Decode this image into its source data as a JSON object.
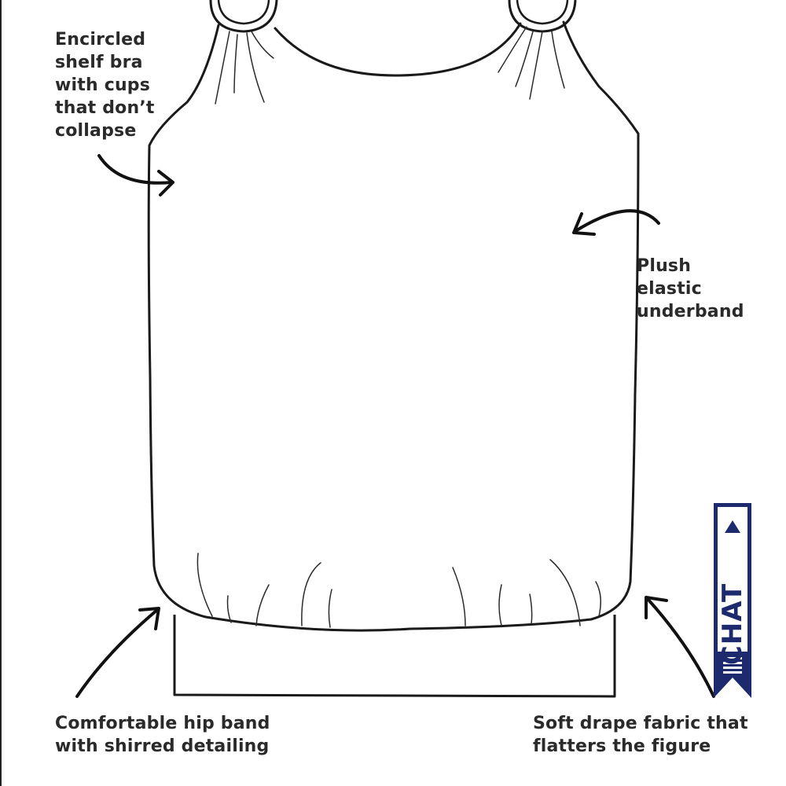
{
  "callouts": {
    "shelf_bra": [
      "Encircled",
      "shelf bra",
      "with cups",
      "that don’t",
      "collapse"
    ],
    "underband": [
      "Plush",
      "elastic",
      "underband"
    ],
    "hip_band": [
      "Comfortable hip band",
      "with shirred detailing"
    ],
    "drape": [
      "Soft drape fabric that",
      "flatters the figure"
    ]
  },
  "chat": {
    "label": "CHAT",
    "color": "#1e2a6e",
    "icon": "triangle-up-icon",
    "menu_icon": "menu-lines-icon"
  },
  "colors": {
    "outline": "#1a1a1a",
    "text": "#2a2a2a",
    "background": "#ffffff"
  }
}
